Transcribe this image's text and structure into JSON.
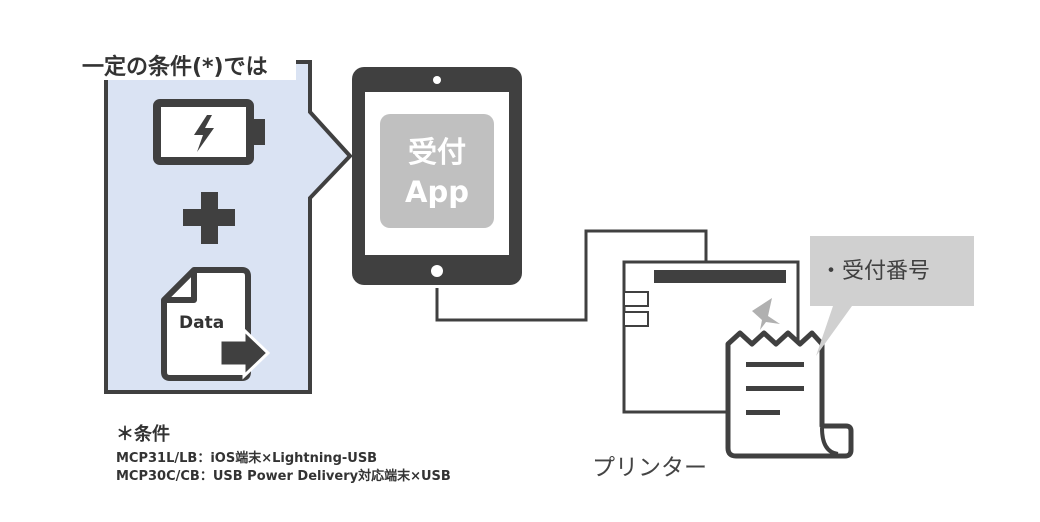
{
  "conditions_box": {
    "title": "一定の条件(*)では",
    "battery_icon": "battery-charging-icon",
    "plus_icon": "plus-icon",
    "data_file_label": "Data",
    "data_file_icon": "data-file-send-icon"
  },
  "tablet": {
    "app_label_line1": "受付",
    "app_label_line2": "App"
  },
  "printer": {
    "label": "プリンター",
    "icon": "receipt-printer-icon"
  },
  "callout": {
    "text": "・受付番号"
  },
  "notes": {
    "heading": "＊条件",
    "line1": "MCP31L/LB：iOS端末×Lightning-USB",
    "line2": "MCP30C/CB：USB Power Delivery対応端末×USB"
  },
  "colors": {
    "box_fill": "#dae3f3",
    "dark": "#404040",
    "app_tile": "#c0c0c0",
    "callout_fill": "#d0d0d0"
  }
}
